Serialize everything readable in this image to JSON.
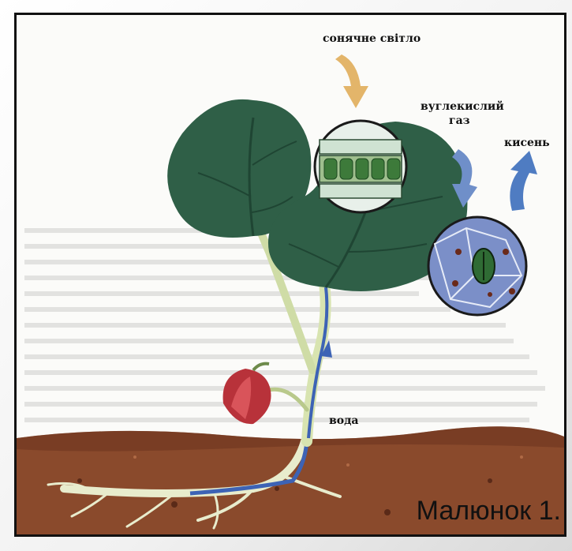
{
  "labels": {
    "sunlight": "сонячне світло",
    "co2_line1": "вуглекислий",
    "co2_line2": "газ",
    "oxygen": "кисень",
    "water": "вода"
  },
  "caption": "Малюнок 1.",
  "colors": {
    "frame": "#111111",
    "leaf": "#2f5f47",
    "leaf_dark": "#1f4533",
    "stem": "#d8e4b0",
    "soil": "#8a4a2c",
    "arrow_sun": "#e3b56a",
    "arrow_co2": "#6f8fc9",
    "arrow_o2": "#4f7cc2",
    "flower": "#b8323a",
    "water_flow": "#3d63b5"
  }
}
